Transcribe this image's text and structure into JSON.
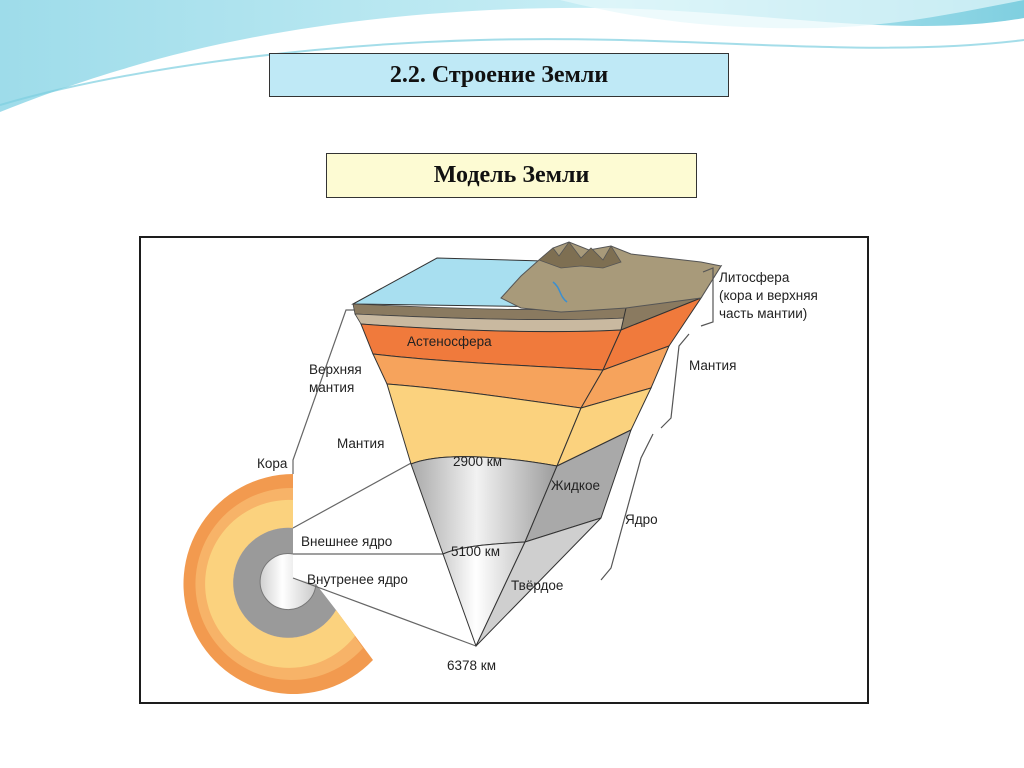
{
  "slide": {
    "title": "2.2. Строение Земли",
    "subtitle": "Модель Земли"
  },
  "diagram": {
    "labels": {
      "lithosphere_1": "Литосфера",
      "lithosphere_2": "(кора и верхняя",
      "lithosphere_3": "часть мантии)",
      "mantle_right": "Мантия",
      "asthenosphere": "Астеносфера",
      "upper_mantle_1": "Верхняя",
      "upper_mantle_2": "мантия",
      "mantle_left": "Мантия",
      "crust": "Кора",
      "depth_2900": "2900 км",
      "liquid": "Жидкое",
      "core": "Ядро",
      "outer_core": "Внешнее ядро",
      "depth_5100": "5100 км",
      "inner_core": "Внутренее ядро",
      "solid": "Твёрдое",
      "depth_6378": "6378 км"
    },
    "colors": {
      "ocean": "#a8dff0",
      "asthenosphere": "#f07a3c",
      "upper_mantle": "#f6a35c",
      "mantle": "#fbd27e",
      "outer_core": "#b5b5b5",
      "inner_core": "#dedede",
      "rock": "#a89a7a"
    }
  }
}
